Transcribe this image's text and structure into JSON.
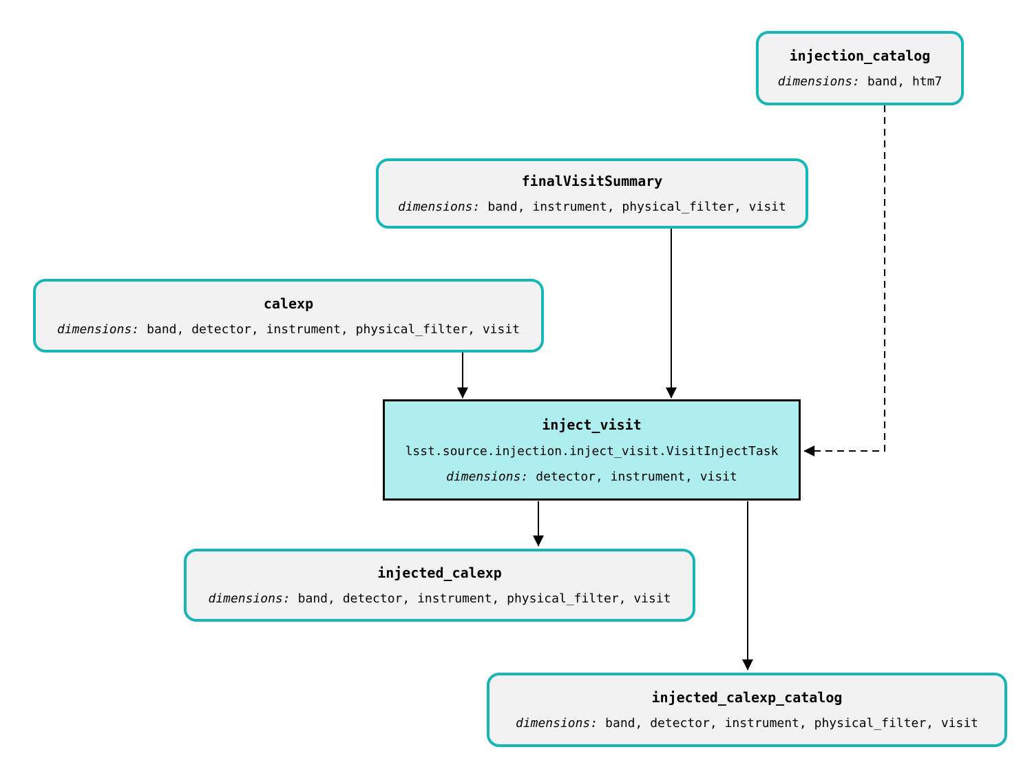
{
  "nodes": {
    "injection_catalog": {
      "title": "injection_catalog",
      "dimensions_label": "dimensions:",
      "dimensions": "band, htm7"
    },
    "finalVisitSummary": {
      "title": "finalVisitSummary",
      "dimensions_label": "dimensions:",
      "dimensions": "band, instrument, physical_filter, visit"
    },
    "calexp": {
      "title": "calexp",
      "dimensions_label": "dimensions:",
      "dimensions": "band, detector, instrument, physical_filter, visit"
    },
    "inject_visit": {
      "title": "inject_visit",
      "task_class": "lsst.source.injection.inject_visit.VisitInjectTask",
      "dimensions_label": "dimensions:",
      "dimensions": "detector, instrument, visit"
    },
    "injected_calexp": {
      "title": "injected_calexp",
      "dimensions_label": "dimensions:",
      "dimensions": "band, detector, instrument, physical_filter, visit"
    },
    "injected_calexp_catalog": {
      "title": "injected_calexp_catalog",
      "dimensions_label": "dimensions:",
      "dimensions": "band, detector, instrument, physical_filter, visit"
    }
  },
  "edges": [
    {
      "from": "calexp",
      "to": "inject_visit",
      "style": "solid"
    },
    {
      "from": "finalVisitSummary",
      "to": "inject_visit",
      "style": "solid"
    },
    {
      "from": "injection_catalog",
      "to": "inject_visit",
      "style": "dashed"
    },
    {
      "from": "inject_visit",
      "to": "injected_calexp",
      "style": "solid"
    },
    {
      "from": "inject_visit",
      "to": "injected_calexp_catalog",
      "style": "solid"
    }
  ],
  "colors": {
    "dataset_border": "#18b5b5",
    "dataset_fill": "#f2f2f2",
    "task_fill": "#afeeee",
    "task_border": "#000000",
    "edge": "#000000",
    "background": "#ffffff"
  }
}
